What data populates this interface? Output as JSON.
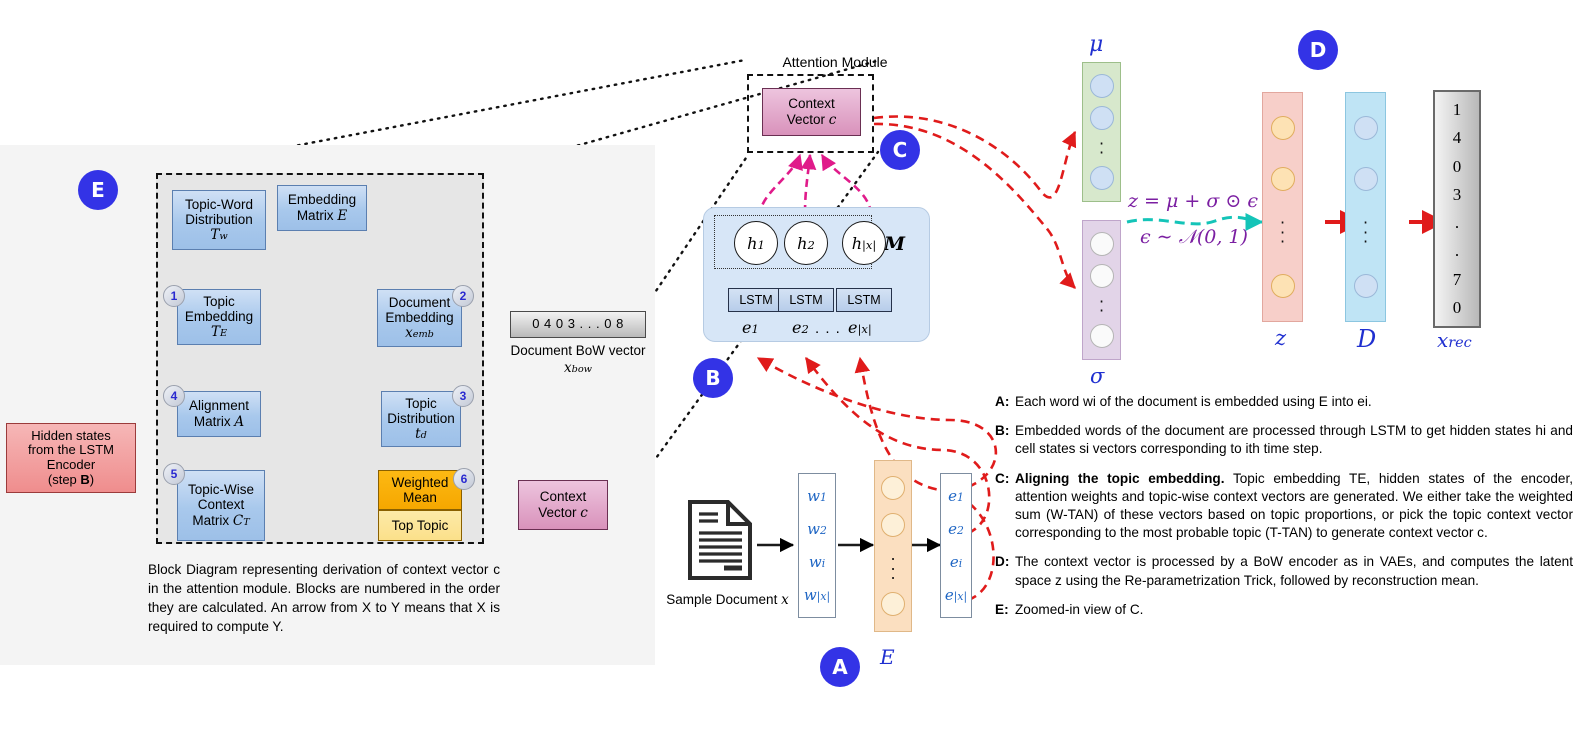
{
  "panelE": {
    "badge": "E",
    "blocks": [
      {
        "id": "topic-word-distribution",
        "line1": "Topic-Word",
        "line2": "Distribution",
        "sym": "T",
        "sub": "w"
      },
      {
        "id": "embedding-matrix",
        "line1": "Embedding",
        "line2": "Matrix",
        "sym": "E",
        "sub": ""
      },
      {
        "id": "topic-embedding",
        "num": "1",
        "line1": "Topic",
        "line2": "Embedding",
        "sym": "T",
        "sub": "E"
      },
      {
        "id": "document-embedding",
        "num": "2",
        "line1": "Document",
        "line2": "Embedding",
        "sym": "x",
        "sub": "emb"
      },
      {
        "id": "alignment-matrix",
        "num": "4",
        "line1": "Alignment",
        "line2": "Matrix",
        "sym": "A",
        "sub": ""
      },
      {
        "id": "topic-distribution",
        "num": "3",
        "line1": "Topic",
        "line2": "Distribution",
        "sym": "t",
        "sub": "d"
      },
      {
        "id": "topic-wise-context-matrix",
        "num": "5",
        "line1": "Topic-Wise",
        "line2": "Context",
        "line3": "Matrix",
        "sym": "C",
        "sub": "T"
      },
      {
        "id": "weighted-mean",
        "num": "6",
        "line1": "Weighted",
        "line2": "Mean"
      },
      {
        "id": "top-topic",
        "line1": "Top Topic"
      }
    ],
    "hidden_states": {
      "l1": "Hidden states",
      "l2": "from  the LSTM",
      "l3": "Encoder",
      "l4a": "(step ",
      "l4b": "B",
      "l4c": ")"
    },
    "bow_vector": {
      "values": "0  4  0  3  .  .  .  0  8",
      "caption": "Document BoW vector",
      "sym": "x",
      "sub": "bow"
    },
    "context_vector": {
      "l1": "Context",
      "l2": "Vector",
      "sym": "c"
    },
    "caption": "Block Diagram representing derivation of context vector c in the attention module. Blocks are numbered in the order they are calculated. An arrow from X to Y means that X is required to compute Y."
  },
  "panelC": {
    "badge": "C",
    "title": "Attention Module",
    "context_vector": {
      "l1": "Context",
      "l2": "Vector",
      "sym": "c"
    },
    "memory_label": "M",
    "hidden": [
      "h₁",
      "h₂",
      "h|x|"
    ],
    "hidden_parts": [
      {
        "s": "h",
        "sub": "1"
      },
      {
        "s": "h",
        "sub": "2"
      },
      {
        "s": "h",
        "sub": "|x|"
      }
    ],
    "cells": [
      "LSTM",
      "LSTM",
      "LSTM"
    ],
    "inputs": [
      {
        "s": "e",
        "sub": "1"
      },
      {
        "s": "e",
        "sub": "2"
      },
      {
        "s": "e",
        "sub": "|x|"
      }
    ],
    "ellipsis": ". . ."
  },
  "panelA": {
    "badge": "A",
    "doc_caption": "Sample Document",
    "doc_sym": "x",
    "words": [
      {
        "s": "w",
        "sub": "1"
      },
      {
        "s": "w",
        "sub": "2"
      },
      {
        "s": "w",
        "sub": "i"
      },
      {
        "s": "w",
        "sub": "|x|"
      }
    ],
    "embedding_label": "E",
    "embeddings": [
      {
        "s": "e",
        "sub": "1"
      },
      {
        "s": "e",
        "sub": "2"
      },
      {
        "s": "e",
        "sub": "i"
      },
      {
        "s": "e",
        "sub": "|x|"
      }
    ],
    "dots": "."
  },
  "panelD": {
    "badge": "D",
    "mu_label": "μ",
    "sigma_label": "σ",
    "z_label": "z",
    "decoder_label": "D",
    "xrec_label": "x",
    "xrec_sub": "rec",
    "eq1": "z = μ + σ ⊙ ϵ",
    "eq2": "ϵ ∼ 𝒩(0, 1)",
    "xrec_values": [
      "1",
      "4",
      "0",
      "3",
      ".",
      ".",
      "7",
      "0"
    ]
  },
  "legend": [
    {
      "key": "A:",
      "bold": "",
      "text": "Each word wi of the document is embedded using E into ei."
    },
    {
      "key": "B:",
      "bold": "",
      "text": "Embedded words of the document are processed through LSTM to get hidden states hi and  cell states si vectors corresponding to ith time step."
    },
    {
      "key": "C:",
      "bold": "Aligning  the  topic  embedding.",
      "text": " Topic embedding TE,  hidden states  of  the encoder,  attention weights and  topic-wise context vectors are generated.  We either take the weighted sum (W-TAN) of  these  vectors based on  topic proportions,  or  pick  the  topic context  vector corresponding to  the most probable topic (T-TAN) to generate context vector c."
    },
    {
      "key": "D:",
      "bold": "",
      "text": "The context vector is processed by a BoW encoder as in VAEs, and computes the latent space z  using  the  Re-parametrization  Trick, followed by reconstruction mean."
    },
    {
      "key": "E:",
      "bold": "",
      "text": "Zoomed-in view of C."
    }
  ],
  "colors": {
    "badge_blue": "#3333e6",
    "block_blue": "#a8c8ec",
    "block_pink": "#d992bb",
    "block_red": "#ef8d8d",
    "block_orange": "#fdb913",
    "block_yellow": "#fbe08a",
    "mu_green": "#d7e8cc",
    "sigma_purple": "#e2d4e8",
    "z_pink": "#f7cfc9",
    "decoder_blue": "#bfe4f5",
    "xrec_grey": "#c8c8c8",
    "red_arrow": "#e01b1b",
    "magenta_arrow": "#e01b8a",
    "teal_arrow": "#14c4b8",
    "purple_text": "#7b1fa2",
    "label_blue": "#1f2fd0"
  }
}
